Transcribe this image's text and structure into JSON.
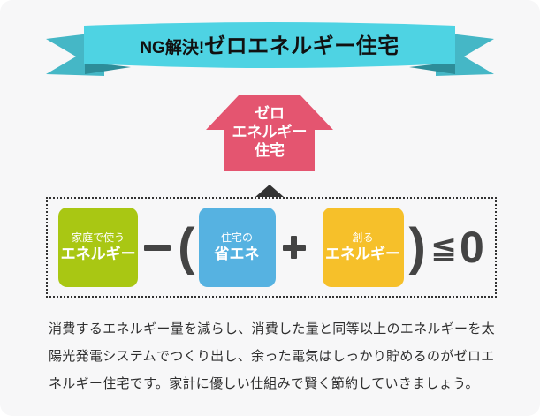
{
  "canvas": {
    "background": "#f7f7f8"
  },
  "banner": {
    "prefix": "NG解決!",
    "title": "ゼロエネルギー住宅",
    "band_color": "#4ed3e3",
    "tail_color": "#45b7c6",
    "fold_color": "#2d8d99",
    "text_color": "#111111"
  },
  "house_arrow": {
    "lines": [
      "ゼロ",
      "エネルギー",
      "住宅"
    ],
    "color": "#e45570"
  },
  "equation": {
    "terms": [
      {
        "small": "家庭で使う",
        "big": "エネルギー",
        "color": "#a9c713"
      },
      {
        "small": "住宅の",
        "big": "省エネ",
        "color": "#56b2e1"
      },
      {
        "small": "創る",
        "big": "エネルギー",
        "color": "#f6c02a"
      }
    ],
    "open_paren": "(",
    "close_paren": ")",
    "lte_symbol": "≦",
    "zero": "0",
    "operator_color": "#444444"
  },
  "description": {
    "lines": [
      "消費するエネルギー量を減らし、消費した量と同等以上のエネルギーを太",
      "陽光発電システムでつくり出し、余った電気はしっかり貯めるのがゼロエ",
      "ネルギー住宅です。家計に優しい仕組みで賢く節約していきましょう。"
    ]
  }
}
